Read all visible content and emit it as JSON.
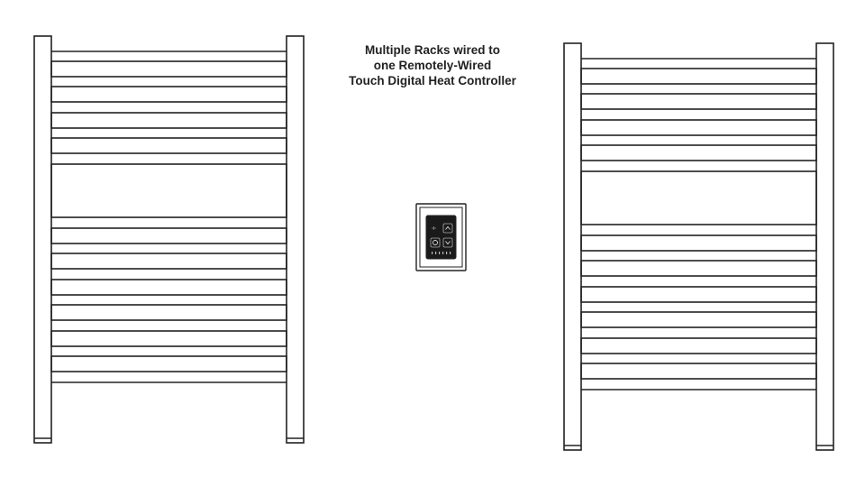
{
  "caption": {
    "line1": "Multiple Racks wired to",
    "line2": "one Remotely-Wired",
    "line3": "Touch Digital Heat Controller"
  },
  "controller": {
    "icons": [
      "power-icon",
      "up-arrow-icon",
      "settings-icon",
      "down-arrow-icon"
    ]
  },
  "colors": {
    "stroke": "#222222",
    "background": "#ffffff",
    "controller_panel": "#1a1a1a"
  }
}
